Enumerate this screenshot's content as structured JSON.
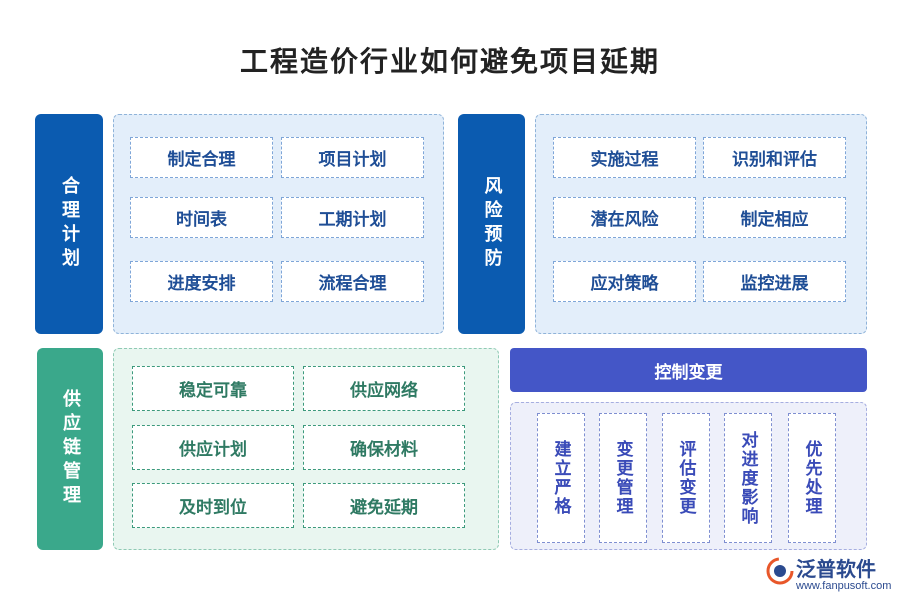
{
  "title": "工程造价行业如何避免项目延期",
  "colors": {
    "blue_dark": "#0b5bb0",
    "panel_blue": "#e3eefa",
    "green": "#3aa88b",
    "panel_green": "#e9f6f0",
    "purple": "#4456c7",
    "panel_purple": "#eef0fa"
  },
  "sections": {
    "plan": {
      "label": "合理计划",
      "items": [
        "制定合理",
        "项目计划",
        "时间表",
        "工期计划",
        "进度安排",
        "流程合理"
      ]
    },
    "risk": {
      "label": "风险预防",
      "items": [
        "实施过程",
        "识别和评估",
        "潜在风险",
        "制定相应",
        "应对策略",
        "监控进展"
      ]
    },
    "supply": {
      "label": "供应链管理",
      "items": [
        "稳定可靠",
        "供应网络",
        "供应计划",
        "确保材料",
        "及时到位",
        "避免延期"
      ]
    },
    "change": {
      "label": "控制变更",
      "items": [
        "建立严格",
        "变更管理",
        "评估变更",
        "对进度影响",
        "优先处理"
      ]
    }
  },
  "logo": {
    "name": "泛普软件",
    "url": "www.fanpusoft.com",
    "icon": "fanpu-logo-icon"
  }
}
